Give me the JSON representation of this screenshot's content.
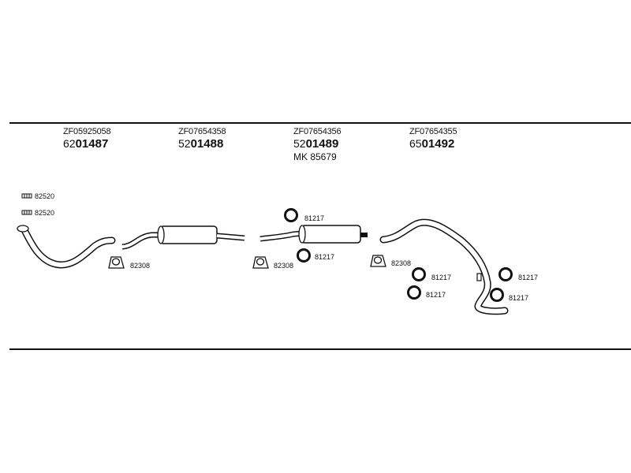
{
  "groups": [
    {
      "code": "ZF05925058",
      "prefix": "62",
      "number": "01487"
    },
    {
      "code": "ZF07654358",
      "prefix": "52",
      "number": "01488"
    },
    {
      "code": "ZF07654356",
      "prefix": "52",
      "number": "01489",
      "mk": "MK  85679"
    },
    {
      "code": "ZF07654355",
      "prefix": "65",
      "number": "01492"
    }
  ],
  "labels": {
    "bolt": "82520",
    "clamp": "82308",
    "ring": "81217"
  },
  "colors": {
    "line": "#111111",
    "fill": "#ffffff"
  }
}
